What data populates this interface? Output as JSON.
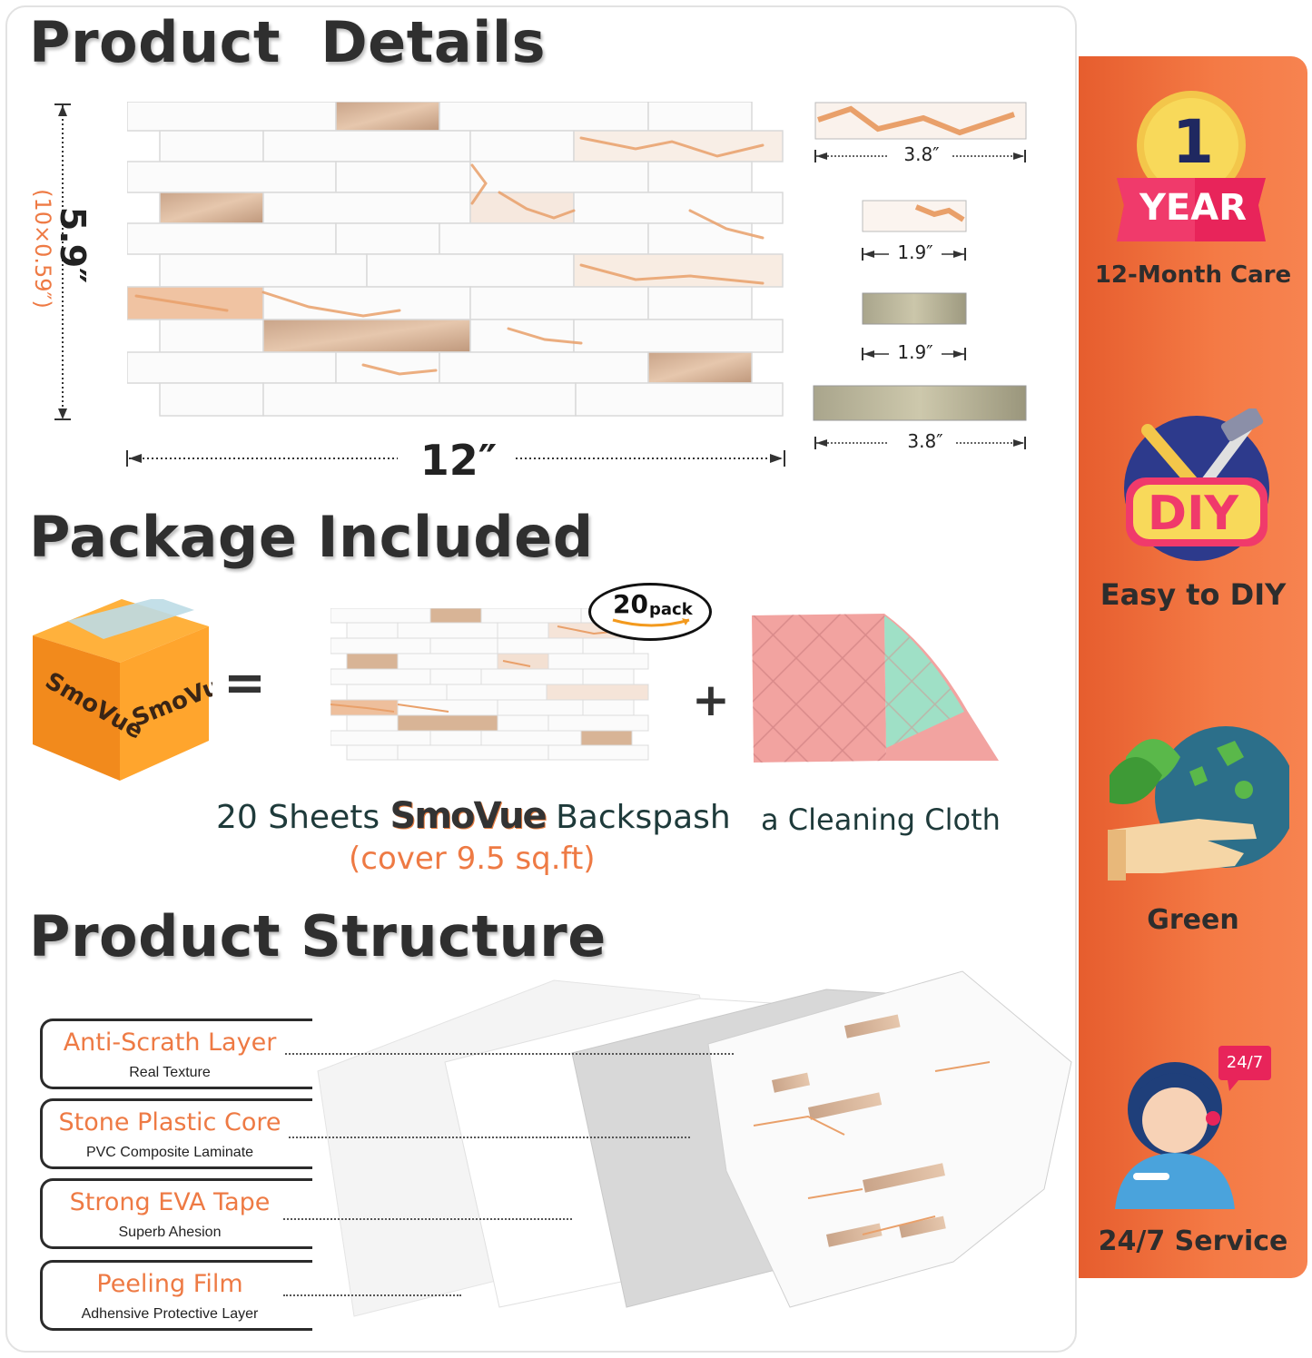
{
  "sections": {
    "details_title": "Product  Details",
    "package_title": "Package Included",
    "structure_title": "Product Structure"
  },
  "dimensions": {
    "height_main": "5.9″",
    "height_sub": "(10×0.59″)",
    "width_main": "12″",
    "tile_1": "3.8″",
    "tile_2": "1.9″",
    "tile_3": "1.9″",
    "tile_4": "3.8″"
  },
  "package": {
    "pack_badge_number": "20",
    "pack_badge_word": "pack",
    "equals": "=",
    "plus": "+",
    "sheets_prefix": "20 Sheets",
    "brand": "SmoVue",
    "sheets_suffix": "Backspash",
    "coverage": "(cover 9.5 sq.ft)",
    "cloth": "a Cleaning Cloth"
  },
  "layers": [
    {
      "title": "Anti-Scrath Layer",
      "sub": "Real Texture"
    },
    {
      "title": "Stone Plastic Core",
      "sub": "PVC Composite Laminate"
    },
    {
      "title": "Strong EVA Tape",
      "sub": "Superb Ahesion"
    },
    {
      "title": "Peeling Film",
      "sub": "Adhensive Protective Layer"
    }
  ],
  "features": {
    "year_number": "1",
    "year_word": "YEAR",
    "care": "12-Month Care",
    "diy_badge": "DIY",
    "diy": "Easy to DIY",
    "green": "Green",
    "service_badge": "24/7",
    "service": "24/7 Service"
  },
  "colors": {
    "accent_orange": "#f47a45",
    "marble_vein": "#e9a06a",
    "gold_tile": "#d6b092",
    "heading": "#2f2f2f"
  }
}
